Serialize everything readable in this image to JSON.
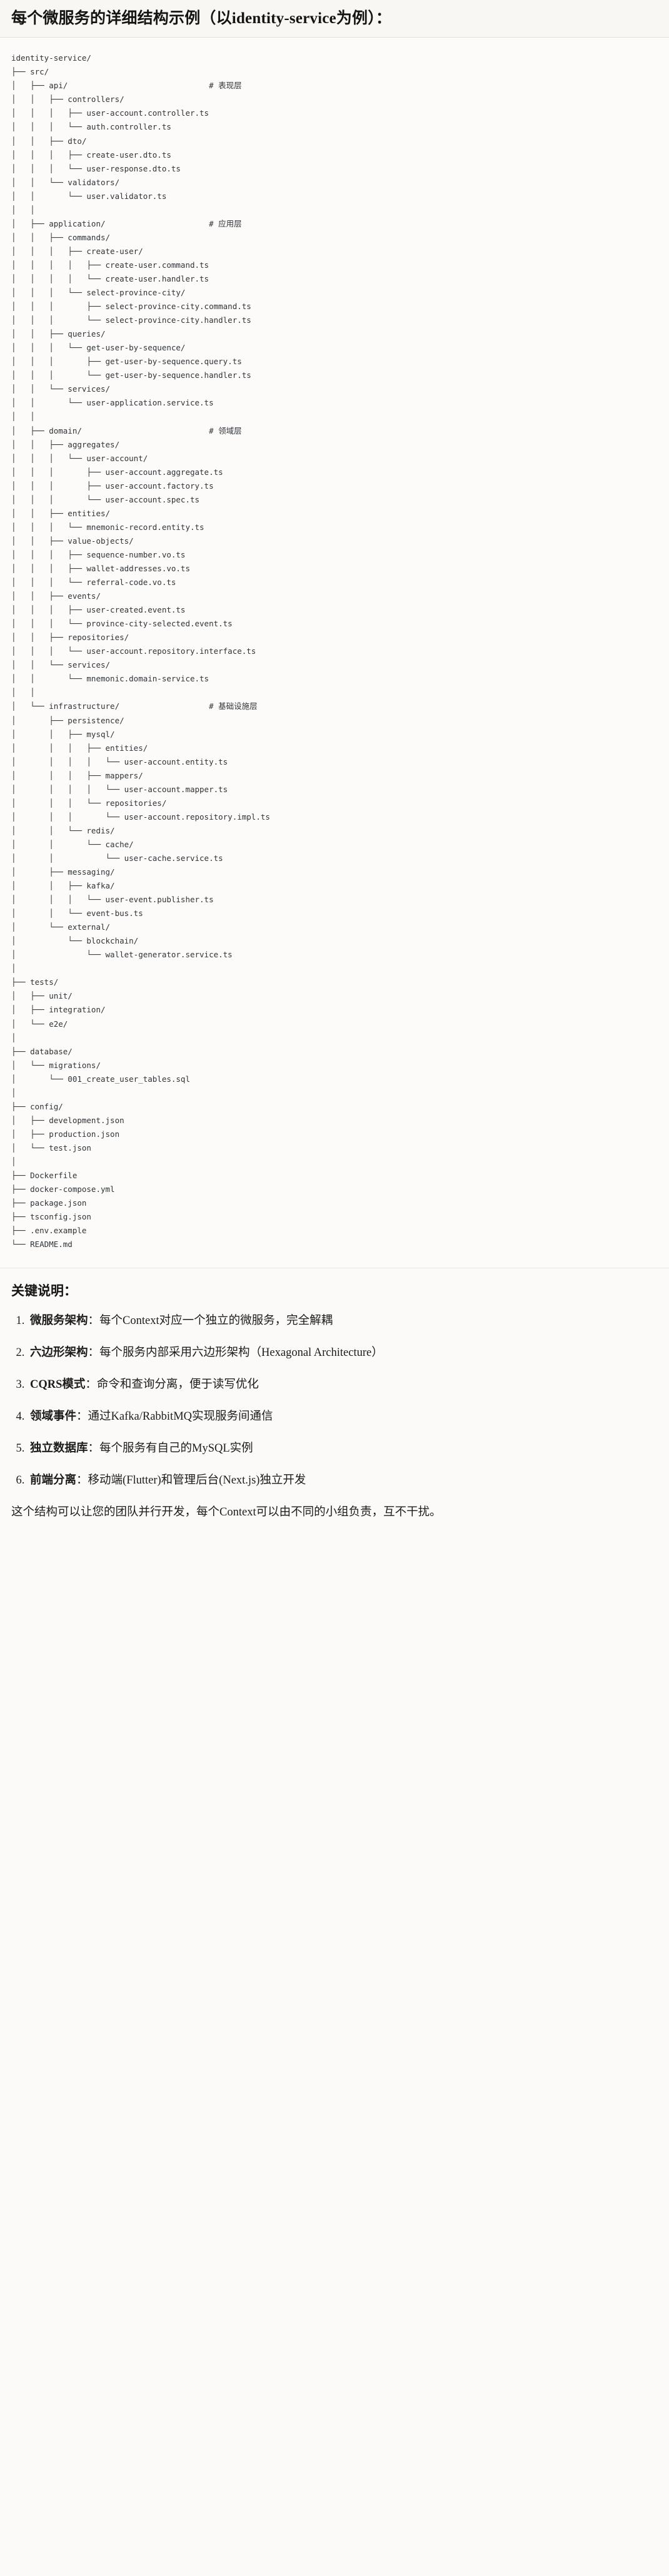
{
  "header": {
    "title": "每个微服务的详细结构示例（以identity-service为例）："
  },
  "tree": {
    "root": "identity-service/",
    "text": "identity-service/\n├── src/\n│   ├── api/                              # 表现层\n│   │   ├── controllers/\n│   │   │   ├── user-account.controller.ts\n│   │   │   └── auth.controller.ts\n│   │   ├── dto/\n│   │   │   ├── create-user.dto.ts\n│   │   │   └── user-response.dto.ts\n│   │   └── validators/\n│   │       └── user.validator.ts\n│   │\n│   ├── application/                      # 应用层\n│   │   ├── commands/\n│   │   │   ├── create-user/\n│   │   │   │   ├── create-user.command.ts\n│   │   │   │   └── create-user.handler.ts\n│   │   │   └── select-province-city/\n│   │   │       ├── select-province-city.command.ts\n│   │   │       └── select-province-city.handler.ts\n│   │   ├── queries/\n│   │   │   └── get-user-by-sequence/\n│   │   │       ├── get-user-by-sequence.query.ts\n│   │   │       └── get-user-by-sequence.handler.ts\n│   │   └── services/\n│   │       └── user-application.service.ts\n│   │\n│   ├── domain/                           # 领域层\n│   │   ├── aggregates/\n│   │   │   └── user-account/\n│   │   │       ├── user-account.aggregate.ts\n│   │   │       ├── user-account.factory.ts\n│   │   │       └── user-account.spec.ts\n│   │   ├── entities/\n│   │   │   └── mnemonic-record.entity.ts\n│   │   ├── value-objects/\n│   │   │   ├── sequence-number.vo.ts\n│   │   │   ├── wallet-addresses.vo.ts\n│   │   │   └── referral-code.vo.ts\n│   │   ├── events/\n│   │   │   ├── user-created.event.ts\n│   │   │   └── province-city-selected.event.ts\n│   │   ├── repositories/\n│   │   │   └── user-account.repository.interface.ts\n│   │   └── services/\n│   │       └── mnemonic.domain-service.ts\n│   │\n│   └── infrastructure/                   # 基础设施层\n│       ├── persistence/\n│       │   ├── mysql/\n│       │   │   ├── entities/\n│       │   │   │   └── user-account.entity.ts\n│       │   │   ├── mappers/\n│       │   │   │   └── user-account.mapper.ts\n│       │   │   └── repositories/\n│       │   │       └── user-account.repository.impl.ts\n│       │   └── redis/\n│       │       └── cache/\n│       │           └── user-cache.service.ts\n│       ├── messaging/\n│       │   ├── kafka/\n│       │   │   └── user-event.publisher.ts\n│       │   └── event-bus.ts\n│       └── external/\n│           └── blockchain/\n│               └── wallet-generator.service.ts\n│\n├── tests/\n│   ├── unit/\n│   ├── integration/\n│   └── e2e/\n│\n├── database/\n│   └── migrations/\n│       └── 001_create_user_tables.sql\n│\n├── config/\n│   ├── development.json\n│   ├── production.json\n│   └── test.json\n│\n├── Dockerfile\n├── docker-compose.yml\n├── package.json\n├── tsconfig.json\n├── .env.example\n└── README.md",
    "layer_comments": [
      "# 表现层",
      "# 应用层",
      "# 领域层",
      "# 基础设施层"
    ]
  },
  "notes": {
    "heading": "关键说明：",
    "items": [
      {
        "term": "微服务架构",
        "sep": "：",
        "desc": "每个Context对应一个独立的微服务，完全解耦"
      },
      {
        "term": "六边形架构",
        "sep": "：",
        "desc": "每个服务内部采用六边形架构（Hexagonal Architecture）"
      },
      {
        "term": "CQRS模式",
        "sep": "：",
        "desc": "命令和查询分离，便于读写优化"
      },
      {
        "term": "领域事件",
        "sep": "：",
        "desc": "通过Kafka/RabbitMQ实现服务间通信"
      },
      {
        "term": "独立数据库",
        "sep": "：",
        "desc": "每个服务有自己的MySQL实例"
      },
      {
        "term": "前端分离",
        "sep": "：",
        "desc": "移动端(Flutter)和管理后台(Next.js)独立开发"
      }
    ],
    "closing": "这个结构可以让您的团队并行开发，每个Context可以由不同的小组负责，互不干扰。"
  }
}
